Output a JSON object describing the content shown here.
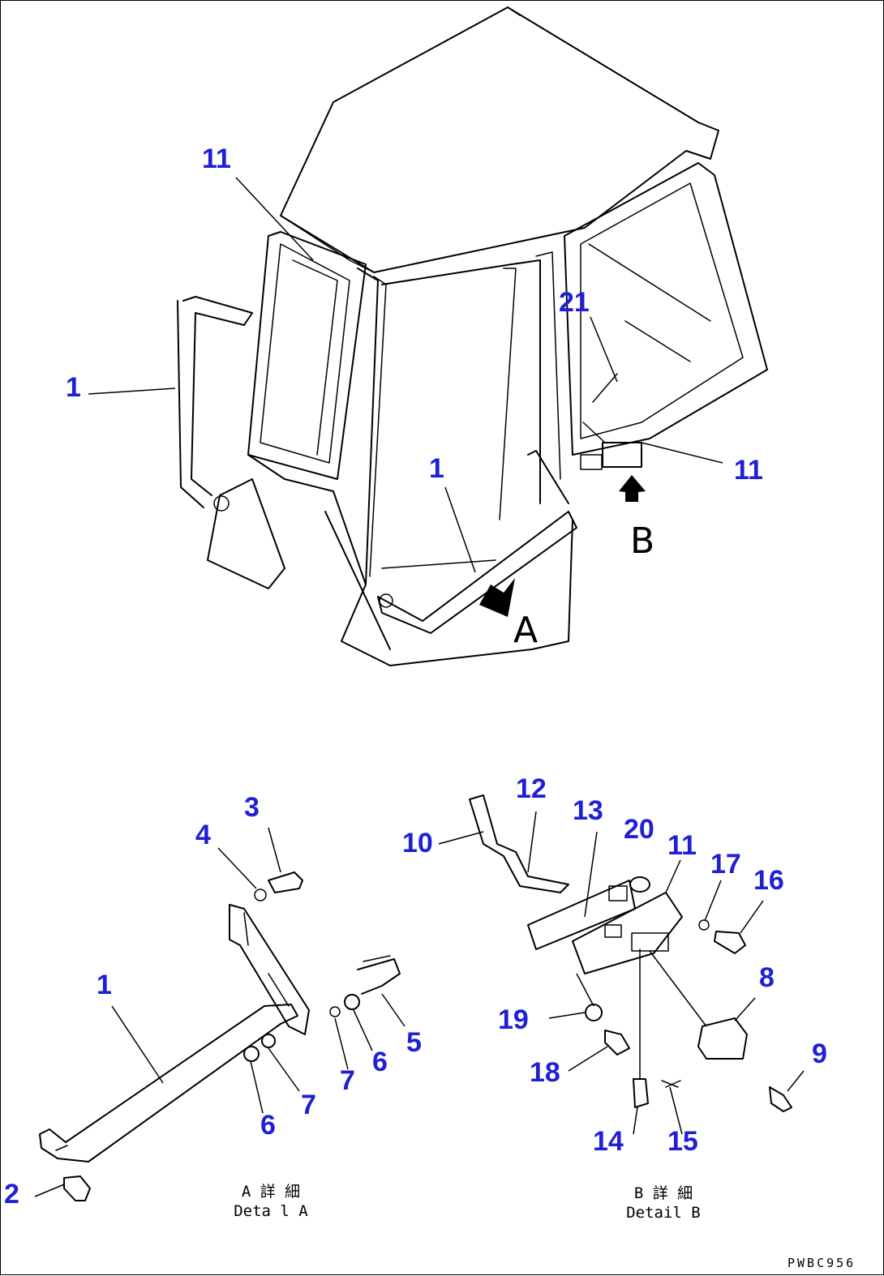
{
  "callouts": {
    "c11_top": "11",
    "c1_left": "1",
    "c21": "21",
    "c11_right": "11",
    "c1_mid": "1",
    "c12": "12",
    "c13": "13",
    "c10": "10",
    "c20": "20",
    "c11_b": "11",
    "c17": "17",
    "c16": "16",
    "c3": "3",
    "c4": "4",
    "c1_detail": "1",
    "c5": "5",
    "c6_a": "6",
    "c7_a": "7",
    "c7_b": "7",
    "c6_b": "6",
    "c2": "2",
    "c8": "8",
    "c19": "19",
    "c9": "9",
    "c18": "18",
    "c14": "14",
    "c15": "15"
  },
  "view_letters": {
    "a": "A",
    "b": "B"
  },
  "captions": {
    "detail_a_jp": "A 詳 細",
    "detail_a_en": "Deta l A",
    "detail_b_jp": "B 詳 細",
    "detail_b_en": "Detail B"
  },
  "drawing_code": "PWBC956",
  "colors": {
    "callout": "#1f1fd6",
    "line": "#000000"
  }
}
